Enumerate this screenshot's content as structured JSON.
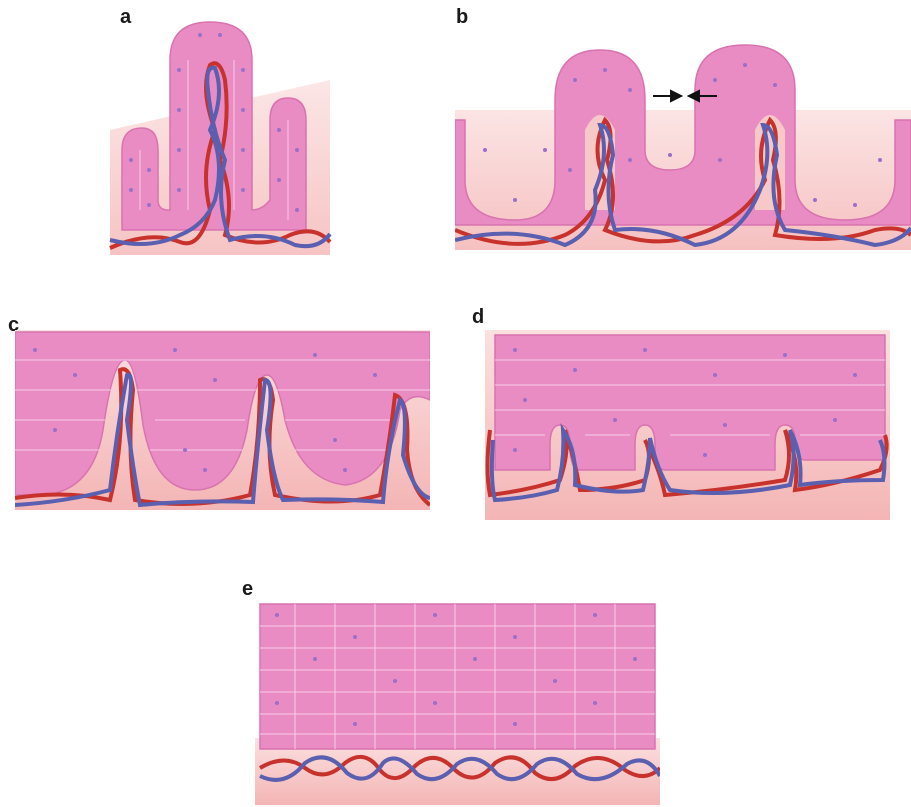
{
  "panels": [
    {
      "id": "a",
      "label": "a"
    },
    {
      "id": "b",
      "label": "b"
    },
    {
      "id": "c",
      "label": "c"
    },
    {
      "id": "d",
      "label": "d"
    },
    {
      "id": "e",
      "label": "e"
    }
  ],
  "colors": {
    "epithelium": "#e98cc4",
    "epithelium_edge": "#d873b0",
    "cell_line": "#f6cde6",
    "nucleus": "#9a6fc9",
    "stroma": "#f7c3c3",
    "artery": "#c8322d",
    "vein": "#5a5fb0",
    "arrow": "#111111"
  }
}
